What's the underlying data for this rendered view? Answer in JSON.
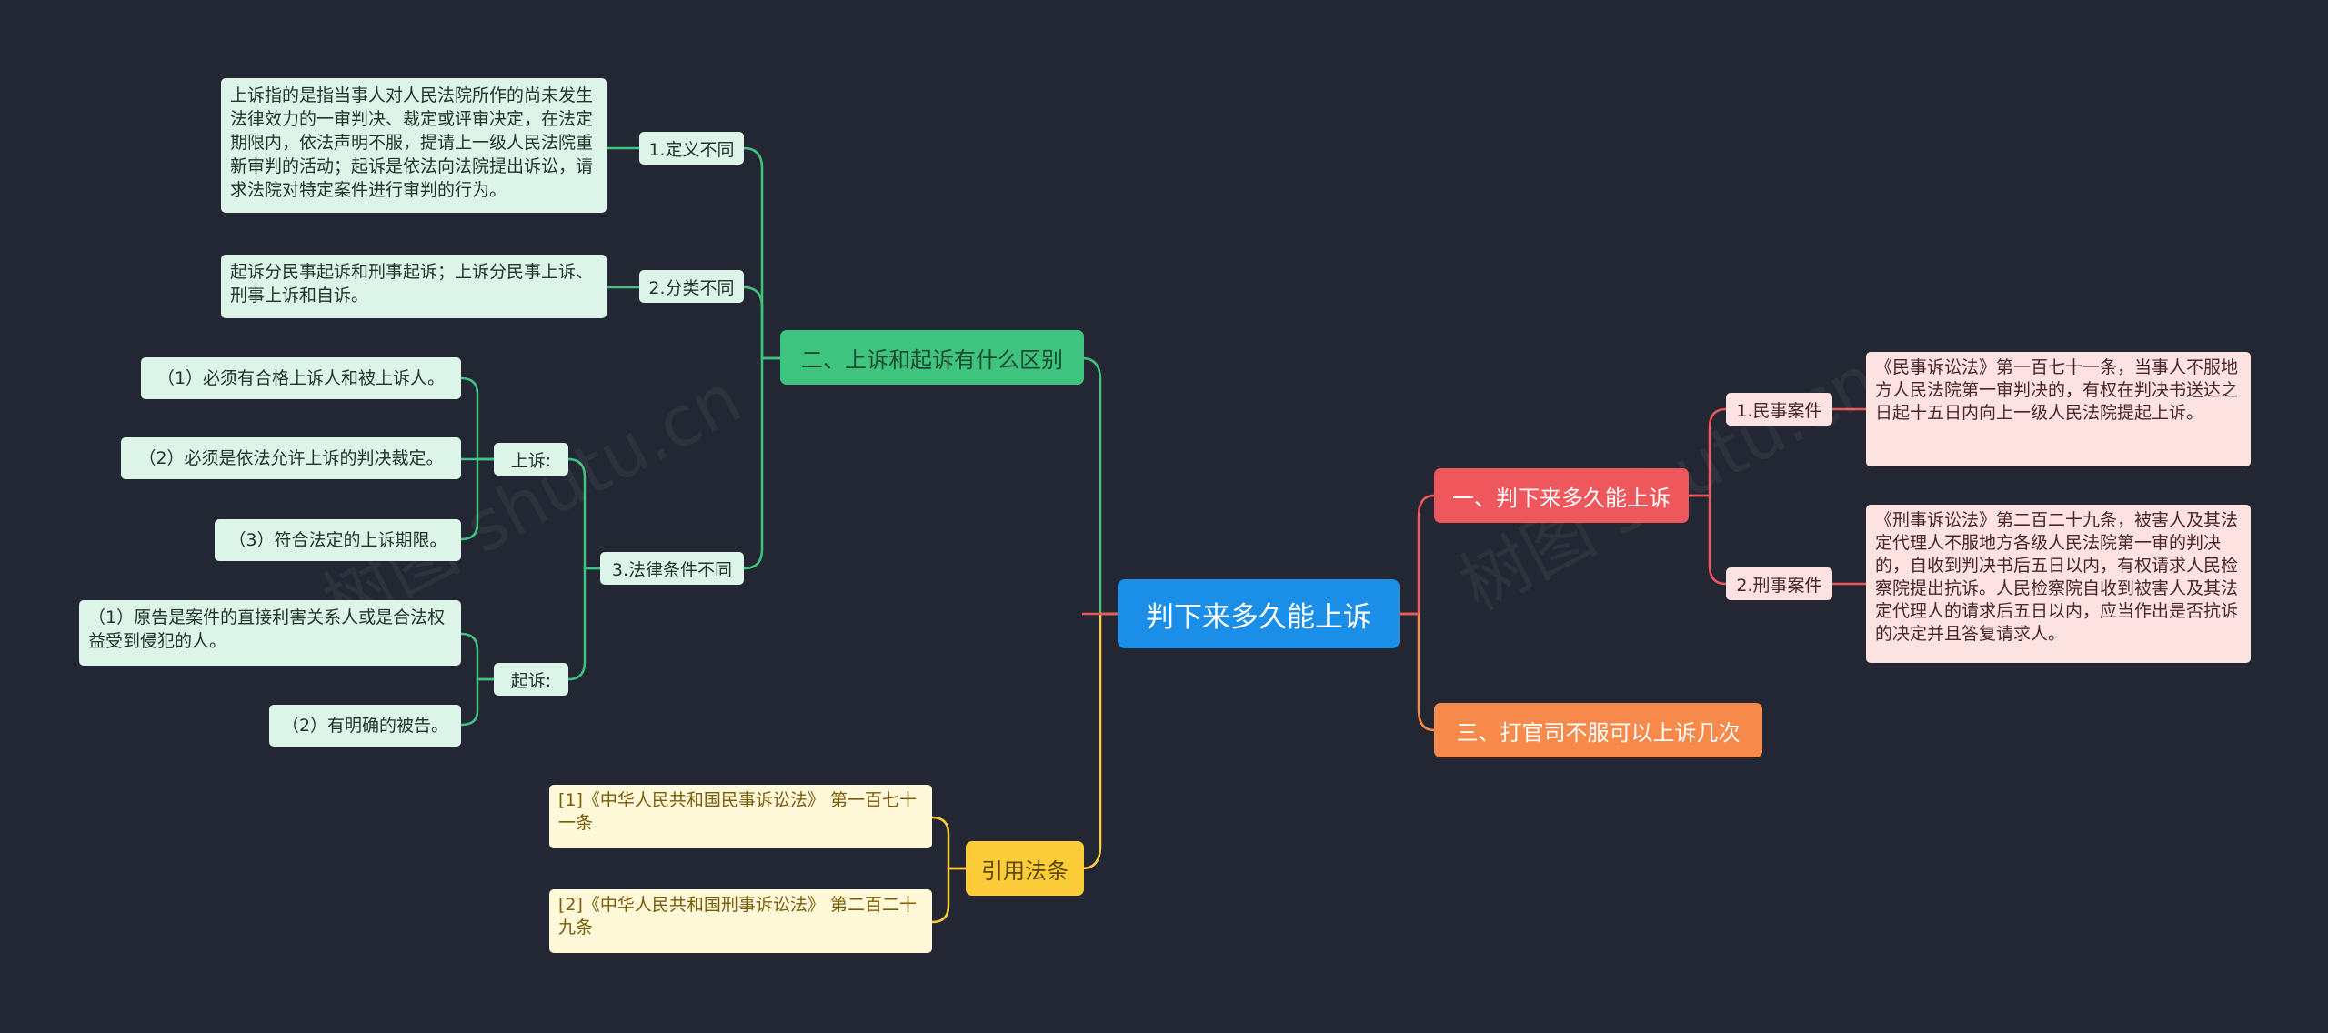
{
  "root": {
    "title": "判下来多久能上诉"
  },
  "branches": {
    "difference": {
      "label": "二、上诉和起诉有什么区别",
      "definition": {
        "label": "1.定义不同",
        "text": "上诉指的是指当事人对人民法院所作的尚未发生法律效力的一审判决、裁定或评审决定，在法定期限内，依法声明不服，提请上一级人民法院重新审判的活动；起诉是依法向法院提出诉讼，请求法院对特定案件进行审判的行为。"
      },
      "classification": {
        "label": "2.分类不同",
        "text": "起诉分民事起诉和刑事起诉；上诉分民事上诉、刑事上诉和自诉。"
      },
      "conditions": {
        "label": "3.法律条件不同",
        "appeal": {
          "label": "上诉:",
          "items": [
            "（1）必须有合格上诉人和被上诉人。",
            "（2）必须是依法允许上诉的判决裁定。",
            "（3）符合法定的上诉期限。"
          ]
        },
        "sue": {
          "label": "起诉:",
          "items": [
            "（1）原告是案件的直接利害关系人或是合法权益受到侵犯的人。",
            "（2）有明确的被告。"
          ]
        }
      }
    },
    "deadline": {
      "label": "一、判下来多久能上诉",
      "civil": {
        "label": "1.民事案件",
        "text": "《民事诉讼法》第一百七十一条，当事人不服地方人民法院第一审判决的，有权在判决书送达之日起十五日内向上一级人民法院提起上诉。"
      },
      "criminal": {
        "label": "2.刑事案件",
        "text": "《刑事诉讼法》第二百二十九条，被害人及其法定代理人不服地方各级人民法院第一审的判决的，自收到判决书后五日以内，有权请求人民检察院提出抗诉。人民检察院自收到被害人及其法定代理人的请求后五日以内，应当作出是否抗诉的决定并且答复请求人。"
      }
    },
    "times": {
      "label": "三、打官司不服可以上诉几次"
    },
    "references": {
      "label": "引用法条",
      "items": [
        "[1]《中华人民共和国民事诉讼法》 第一百七十一条",
        "[2]《中华人民共和国刑事诉讼法》 第二百二十九条"
      ]
    }
  },
  "watermark": "树图 shutu.cn",
  "colors": {
    "background": "#232733",
    "root": "#1b8fe8",
    "green": "#3fc47f",
    "red": "#ee575c",
    "orange": "#f7894a",
    "yellow": "#fccc39"
  }
}
